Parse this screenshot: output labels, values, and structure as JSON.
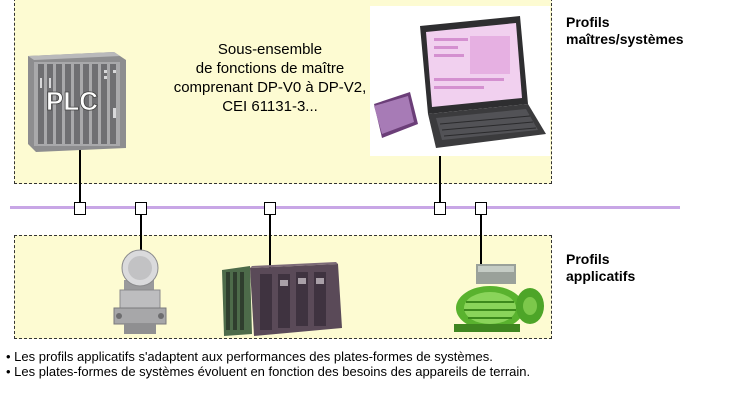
{
  "master_zone_label_line1": "Profils",
  "master_zone_label_line2": "maîtres/systèmes",
  "application_zone_label_line1": "Profils",
  "application_zone_label_line2": "applicatifs",
  "master_description": [
    "Sous-ensemble",
    "de fonctions de maître",
    "comprenant DP-V0 à DP-V2,",
    "CEI 61131-3..."
  ],
  "plc_label": "PLC",
  "bullets": [
    "• Les profils applicatifs s'adaptent aux performances des plates-formes de systèmes.",
    "• Les plates-formes de systèmes évoluent en fonction des besoins des appareils de terrain."
  ],
  "colors": {
    "zone_fill": "#fdfbd2",
    "bus": "#c8a6e6"
  },
  "icons": [
    "plc-rack-icon",
    "laptop-icon",
    "pressure-transmitter-icon",
    "modular-controller-icon",
    "motor-drive-icon"
  ]
}
